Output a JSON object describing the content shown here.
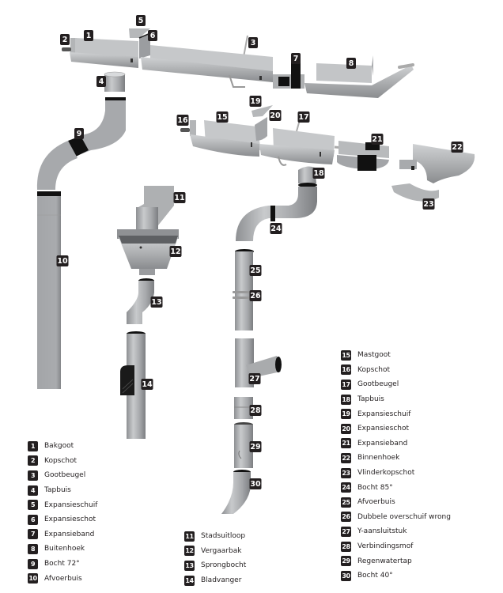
{
  "title": "Dakgoot systeem onderdelen",
  "colors": {
    "metal": "#a9abad",
    "metal_light": "#c6c8ca",
    "metal_dark": "#7f8184",
    "seal_black": "#111111",
    "badge_bg": "#231f20",
    "badge_text": "#ffffff",
    "background": "#ffffff"
  },
  "parts": [
    {
      "num": "1",
      "label": "Bakgoot"
    },
    {
      "num": "2",
      "label": "Kopschot"
    },
    {
      "num": "3",
      "label": "Gootbeugel"
    },
    {
      "num": "4",
      "label": "Tapbuis"
    },
    {
      "num": "5",
      "label": "Expansieschuif"
    },
    {
      "num": "6",
      "label": "Expansieschot"
    },
    {
      "num": "7",
      "label": "Expansieband"
    },
    {
      "num": "8",
      "label": "Buitenhoek"
    },
    {
      "num": "9",
      "label": "Bocht 72°"
    },
    {
      "num": "10",
      "label": "Afvoerbuis"
    },
    {
      "num": "11",
      "label": "Stadsuitloop"
    },
    {
      "num": "12",
      "label": "Vergaarbak"
    },
    {
      "num": "13",
      "label": "Sprongbocht"
    },
    {
      "num": "14",
      "label": "Bladvanger"
    },
    {
      "num": "15",
      "label": "Mastgoot"
    },
    {
      "num": "16",
      "label": "Kopschot"
    },
    {
      "num": "17",
      "label": "Gootbeugel"
    },
    {
      "num": "18",
      "label": "Tapbuis"
    },
    {
      "num": "19",
      "label": "Expansieschuif"
    },
    {
      "num": "20",
      "label": "Expansieschot"
    },
    {
      "num": "21",
      "label": "Expansieband"
    },
    {
      "num": "22",
      "label": "Binnenhoek"
    },
    {
      "num": "23",
      "label": "Vlinderkopschot"
    },
    {
      "num": "24",
      "label": "Bocht 85°"
    },
    {
      "num": "25",
      "label": "Afvoerbuis"
    },
    {
      "num": "26",
      "label": "Dubbele overschuif wrong"
    },
    {
      "num": "27",
      "label": "Y-aansluitstuk"
    },
    {
      "num": "28",
      "label": "Verbindingsmof"
    },
    {
      "num": "29",
      "label": "Regenwatertap"
    },
    {
      "num": "30",
      "label": "Bocht 40°"
    }
  ]
}
